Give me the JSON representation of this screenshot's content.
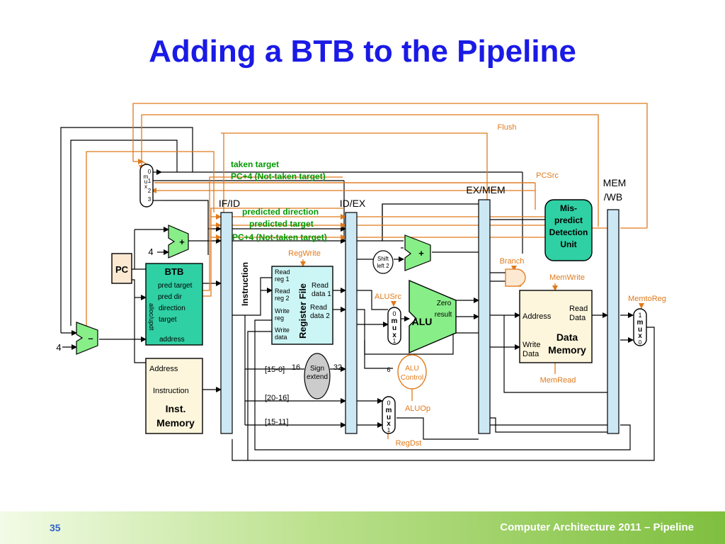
{
  "title": "Adding a BTB to the Pipeline",
  "footer": {
    "page_number": "35",
    "course": "Computer Architecture 2011 – Pipeline"
  },
  "colors": {
    "title": "#1a1ae6",
    "signal_orange": "#e07a1c",
    "signal_green": "#009900",
    "component_green": "#88ee88",
    "component_cyan": "#ccf5f5",
    "register_blue": "#cce8f5"
  },
  "labels": {
    "flush": "Flush",
    "pcsrc": "PCSrc",
    "taken_target": "taken target",
    "pc4_not_taken_top": "PC+4 (Not-taken target)",
    "predicted_direction": "predicted direction",
    "predicted_target": "predicted target",
    "pc4_not_taken_mid": "PC+4 (Not-taken target)",
    "if_id": "IF/ID",
    "id_ex": "ID/EX",
    "ex_mem": "EX/MEM",
    "mem_wb_1": "MEM",
    "mem_wb_2": "/WB",
    "mispredict": [
      "Mis-",
      "predict",
      "Detection",
      "Unit"
    ],
    "four_top": "4",
    "four_bottom": "4",
    "pc": "PC",
    "btb": {
      "title": "BTB",
      "pred_target": "pred target",
      "pred_dir": "pred dir",
      "direction": "direction",
      "target": "target",
      "address": "address",
      "alloc": "alloc/updt"
    },
    "inst_memory": {
      "address": "Address",
      "instruction": "Instruction",
      "name1": "Inst.",
      "name2": "Memory"
    },
    "instruction_vertical": "Instruction",
    "regwrite": "RegWrite",
    "register_file": {
      "read_reg1": [
        "Read",
        "reg 1"
      ],
      "read_reg2": [
        "Read",
        "reg 2"
      ],
      "write_reg": [
        "Write",
        "reg"
      ],
      "write_data": [
        "Write",
        "data"
      ],
      "read_data1": [
        "Read",
        "data 1"
      ],
      "read_data2": [
        "Read",
        "data 2"
      ],
      "name": "Register File"
    },
    "shift": [
      "Shift",
      "left 2"
    ],
    "plus": "+",
    "minus": "–",
    "alusrc": "ALUSrc",
    "zero": "Zero",
    "result": "result",
    "alu": "ALU",
    "branch": "Branch",
    "memwrite": "MemWrite",
    "memread": "MemRead",
    "data_memory": {
      "address": "Address",
      "read_data": [
        "Read",
        "Data"
      ],
      "write_data": [
        "Write",
        "Data"
      ],
      "name": [
        "Data",
        "Memory"
      ]
    },
    "memtoreg": "MemtoReg",
    "sign_extend": [
      "Sign",
      "extend"
    ],
    "bits_16": "16",
    "bits_32": "32",
    "bits_6": "6",
    "field_15_0": "[15-0]",
    "field_20_16": "[20-16]",
    "field_15_11": "[15-11]",
    "alu_control": [
      "ALU",
      "Control"
    ],
    "aluop": "ALUOp",
    "regdst": "RegDst",
    "mux_pc_letters": [
      "0",
      "m",
      "u",
      "x",
      "1",
      "2",
      "3"
    ],
    "mux_alu_letters": [
      "0",
      "m",
      "u",
      "x",
      "1"
    ],
    "mux_dst_letters": [
      "0",
      "m",
      "u",
      "x",
      "1"
    ],
    "mux_wb_letters": [
      "1",
      "m",
      "u",
      "x",
      "0"
    ]
  }
}
